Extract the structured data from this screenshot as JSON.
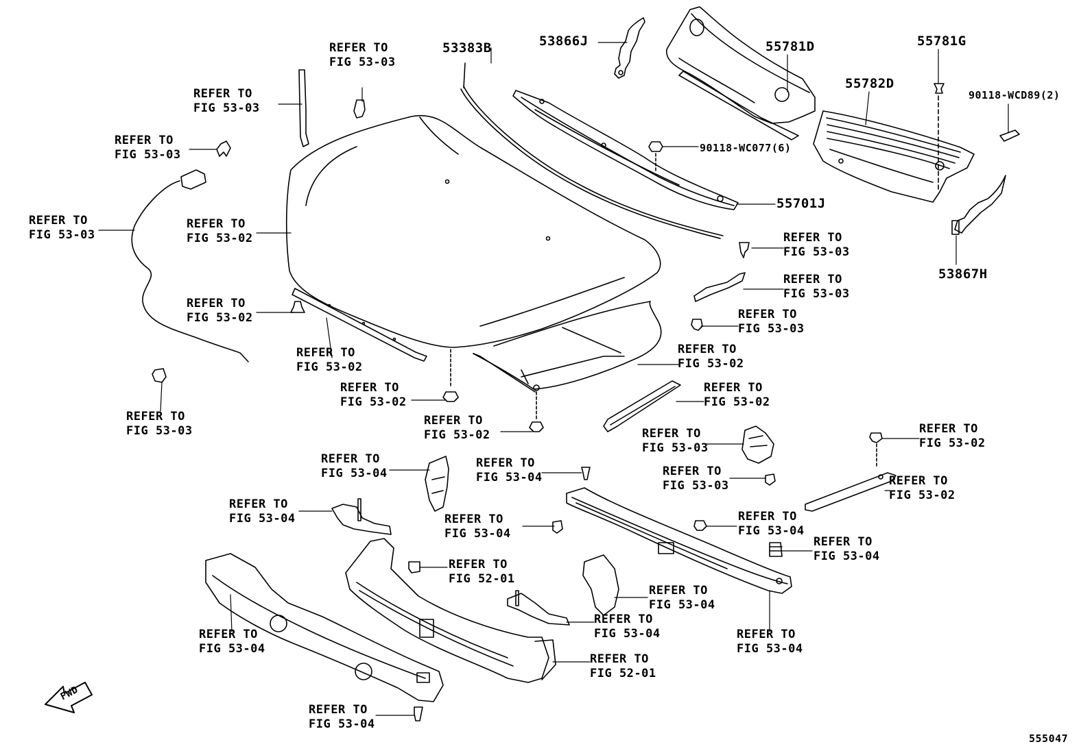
{
  "diagram_id": "555047",
  "direction_marker": "FWD",
  "part_numbers": {
    "p53383B": "53383B",
    "p53866J": "53866J",
    "p55781D": "55781D",
    "p55781G": "55781G",
    "p55782D": "55782D",
    "p90118_WCD89": "90118-WCD89(2)",
    "p90118_WC077": "90118-WC077(6)",
    "p55701J": "55701J",
    "p53867H": "53867H"
  },
  "references": {
    "r01": [
      "REFER TO",
      "FIG 53-03"
    ],
    "r02": [
      "REFER TO",
      "FIG 53-03"
    ],
    "r03": [
      "REFER TO",
      "FIG 53-03"
    ],
    "r04": [
      "REFER TO",
      "FIG 53-03"
    ],
    "r05": [
      "REFER TO",
      "FIG 53-02"
    ],
    "r06": [
      "REFER TO",
      "FIG 53-02"
    ],
    "r07": [
      "REFER TO",
      "FIG 53-02"
    ],
    "r08": [
      "REFER TO",
      "FIG 53-03"
    ],
    "r09": [
      "REFER TO",
      "FIG 53-02"
    ],
    "r10": [
      "REFER TO",
      "FIG 53-02"
    ],
    "r11": [
      "REFER TO",
      "FIG 53-03"
    ],
    "r12": [
      "REFER TO",
      "FIG 53-03"
    ],
    "r13": [
      "REFER TO",
      "FIG 53-03"
    ],
    "r14": [
      "REFER TO",
      "FIG 53-02"
    ],
    "r15": [
      "REFER TO",
      "FIG 53-02"
    ],
    "r16": [
      "REFER TO",
      "FIG 53-04"
    ],
    "r17": [
      "REFER TO",
      "FIG 53-04"
    ],
    "r18": [
      "REFER TO",
      "FIG 53-03"
    ],
    "r19": [
      "REFER TO",
      "FIG 53-03"
    ],
    "r20": [
      "REFER TO",
      "FIG 53-02"
    ],
    "r21": [
      "REFER TO",
      "FIG 53-02"
    ],
    "r22": [
      "REFER TO",
      "FIG 53-04"
    ],
    "r23": [
      "REFER TO",
      "FIG 53-04"
    ],
    "r24": [
      "REFER TO",
      "FIG 53-04"
    ],
    "r25": [
      "REFER TO",
      "FIG 53-04"
    ],
    "r26": [
      "REFER TO",
      "FIG 52-01"
    ],
    "r27": [
      "REFER TO",
      "FIG 53-04"
    ],
    "r28": [
      "REFER TO",
      "FIG 53-04"
    ],
    "r29": [
      "REFER TO",
      "FIG 53-04"
    ],
    "r30": [
      "REFER TO",
      "FIG 53-04"
    ],
    "r31": [
      "REFER TO",
      "FIG 52-01"
    ],
    "r32": [
      "REFER TO",
      "FIG 53-04"
    ]
  }
}
